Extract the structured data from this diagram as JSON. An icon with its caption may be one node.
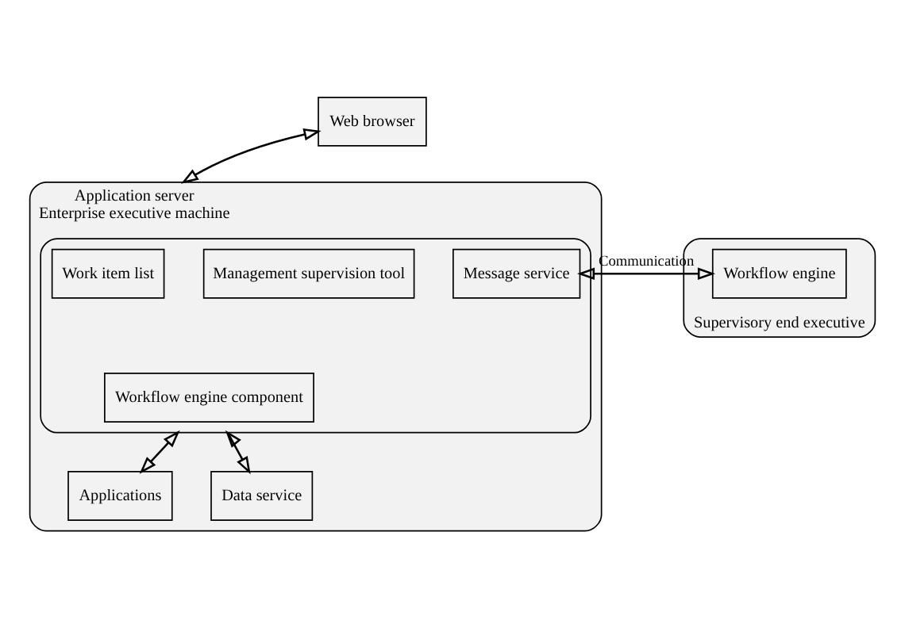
{
  "diagram": {
    "nodes": [
      {
        "text": [
          "Web browser"
        ]
      },
      {
        "text": [
          "Application server",
          "Enterprise executive machine"
        ]
      },
      {
        "text": [],
        "shape": "box",
        "in": 1
      },
      {
        "text": [
          "Work item list"
        ],
        "in": 2
      },
      {
        "text": [
          "Management supervision tool"
        ],
        "in": 2
      },
      {
        "text": [
          "Message service"
        ],
        "in": 2
      },
      {
        "text": [
          "Workflow engine component"
        ],
        "in": 2
      },
      {
        "text": [
          "Applications"
        ],
        "in": 1
      },
      {
        "text": [
          "Data service"
        ],
        "in": 1
      },
      {
        "text": [
          "Supervisory end executive"
        ]
      },
      {
        "text": [
          "Workflow engine"
        ],
        "in": 9
      }
    ],
    "edges": [
      {
        "from": 0,
        "to": 1,
        "arrow": "both"
      },
      {
        "from": 5,
        "to": 10,
        "arrow": "both",
        "label": "Communication"
      },
      {
        "from": 2,
        "to": 7,
        "arrow": "both"
      },
      {
        "from": 2,
        "to": 8,
        "arrow": "both"
      }
    ]
  }
}
